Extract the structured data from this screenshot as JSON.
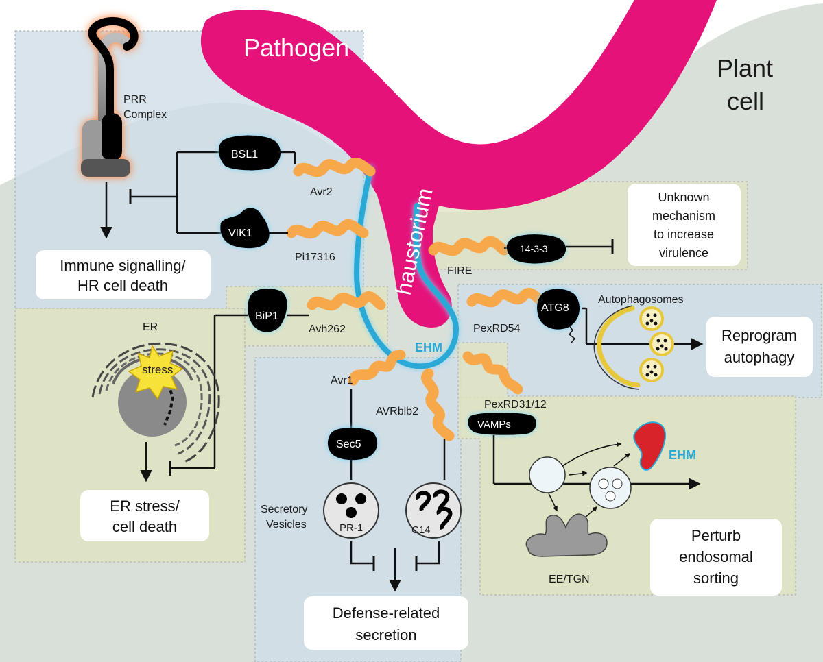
{
  "labels": {
    "pathogen": "Pathogen",
    "plant": "Plant",
    "cell": "cell",
    "haustorium": "haustorium",
    "ehm": "EHM",
    "ehm_small": "EHM",
    "prr_line1": "PRR",
    "prr_line2": "Complex",
    "bsl1": "BSL1",
    "vik1": "VIK1",
    "bip1": "BiP1",
    "atg8": "ATG8",
    "sec5": "Sec5",
    "vamps": "VAMPs",
    "p1433": "14-3-3",
    "stress": "stress",
    "er": "ER",
    "autophagosomes": "Autophagosomes",
    "secretory_line1": "Secretory",
    "secretory_line2": "Vesicles",
    "pr1": "PR-1",
    "c14": "C14",
    "eetgn": "EE/TGN"
  },
  "effectors": {
    "avr2": "Avr2",
    "pi17316": "Pi17316",
    "avh262": "Avh262",
    "avr1": "Avr1",
    "avrblb2": "AVRblb2",
    "fire": "FIRE",
    "pexrd54": "PexRD54",
    "pexrd3112": "PexRD31/12"
  },
  "outcomes": {
    "immune_1": "Immune signalling/",
    "immune_2": "HR cell death",
    "unknown_1": "Unknown",
    "unknown_2": "mechanism",
    "unknown_3": "to increase",
    "unknown_4": "virulence",
    "er_1": "ER stress/",
    "er_2": "cell death",
    "reprogram_1": "Reprogram",
    "reprogram_2": "autophagy",
    "defense_1": "Defense-related",
    "defense_2": "secretion",
    "perturb_1": "Perturb",
    "perturb_2": "endosomal",
    "perturb_3": "sorting"
  },
  "colors": {
    "pathogen": "#e5127a",
    "ehm": "#29a9d6",
    "effector": "#f7a84b",
    "plant_bg": "#d9e0da",
    "panel_blue": "#cfdde7",
    "panel_green": "#dfe3c2",
    "autophagosome": "#e7c83a",
    "stress": "#f7e23a",
    "ehm_vesicle": "#d8232a"
  }
}
